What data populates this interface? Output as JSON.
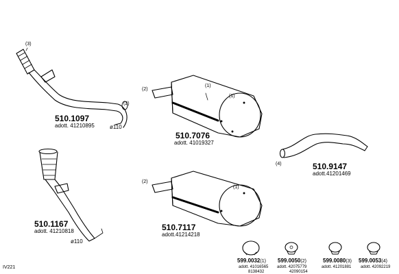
{
  "parts": [
    {
      "id": "p1",
      "code": "510.1097",
      "adott": "adott. 41210895",
      "callouts": [
        "(3)",
        "(2)"
      ],
      "diameter": "ø110"
    },
    {
      "id": "p2",
      "code": "510.7076",
      "adott": "adott. 41019327",
      "callouts": [
        "(2)",
        "(1)",
        "(1)"
      ]
    },
    {
      "id": "p3",
      "code": "510.9147",
      "adott": "adott.41201469",
      "callouts": [
        "(4)"
      ]
    },
    {
      "id": "p4",
      "code": "510.1167",
      "adott": "adott. 41210818",
      "diameter": "ø110"
    },
    {
      "id": "p5",
      "code": "510.7117",
      "adott": "adott.41214218",
      "callouts": [
        "(2)",
        "(1)"
      ]
    }
  ],
  "clamps": [
    {
      "code": "599.0032",
      "qty": "(1)",
      "ref1": "adott. 41016565",
      "ref2": "8138432"
    },
    {
      "code": "599.0050",
      "qty": "(2)",
      "ref1": "adott. 42075779",
      "ref2": "42090154"
    },
    {
      "code": "599.0080",
      "qty": "(3)",
      "ref1": "adott. 41201881"
    },
    {
      "code": "599.0053",
      "qty": "(4)",
      "ref1": "adott. 42092219"
    }
  ],
  "footer_code": "IV221"
}
